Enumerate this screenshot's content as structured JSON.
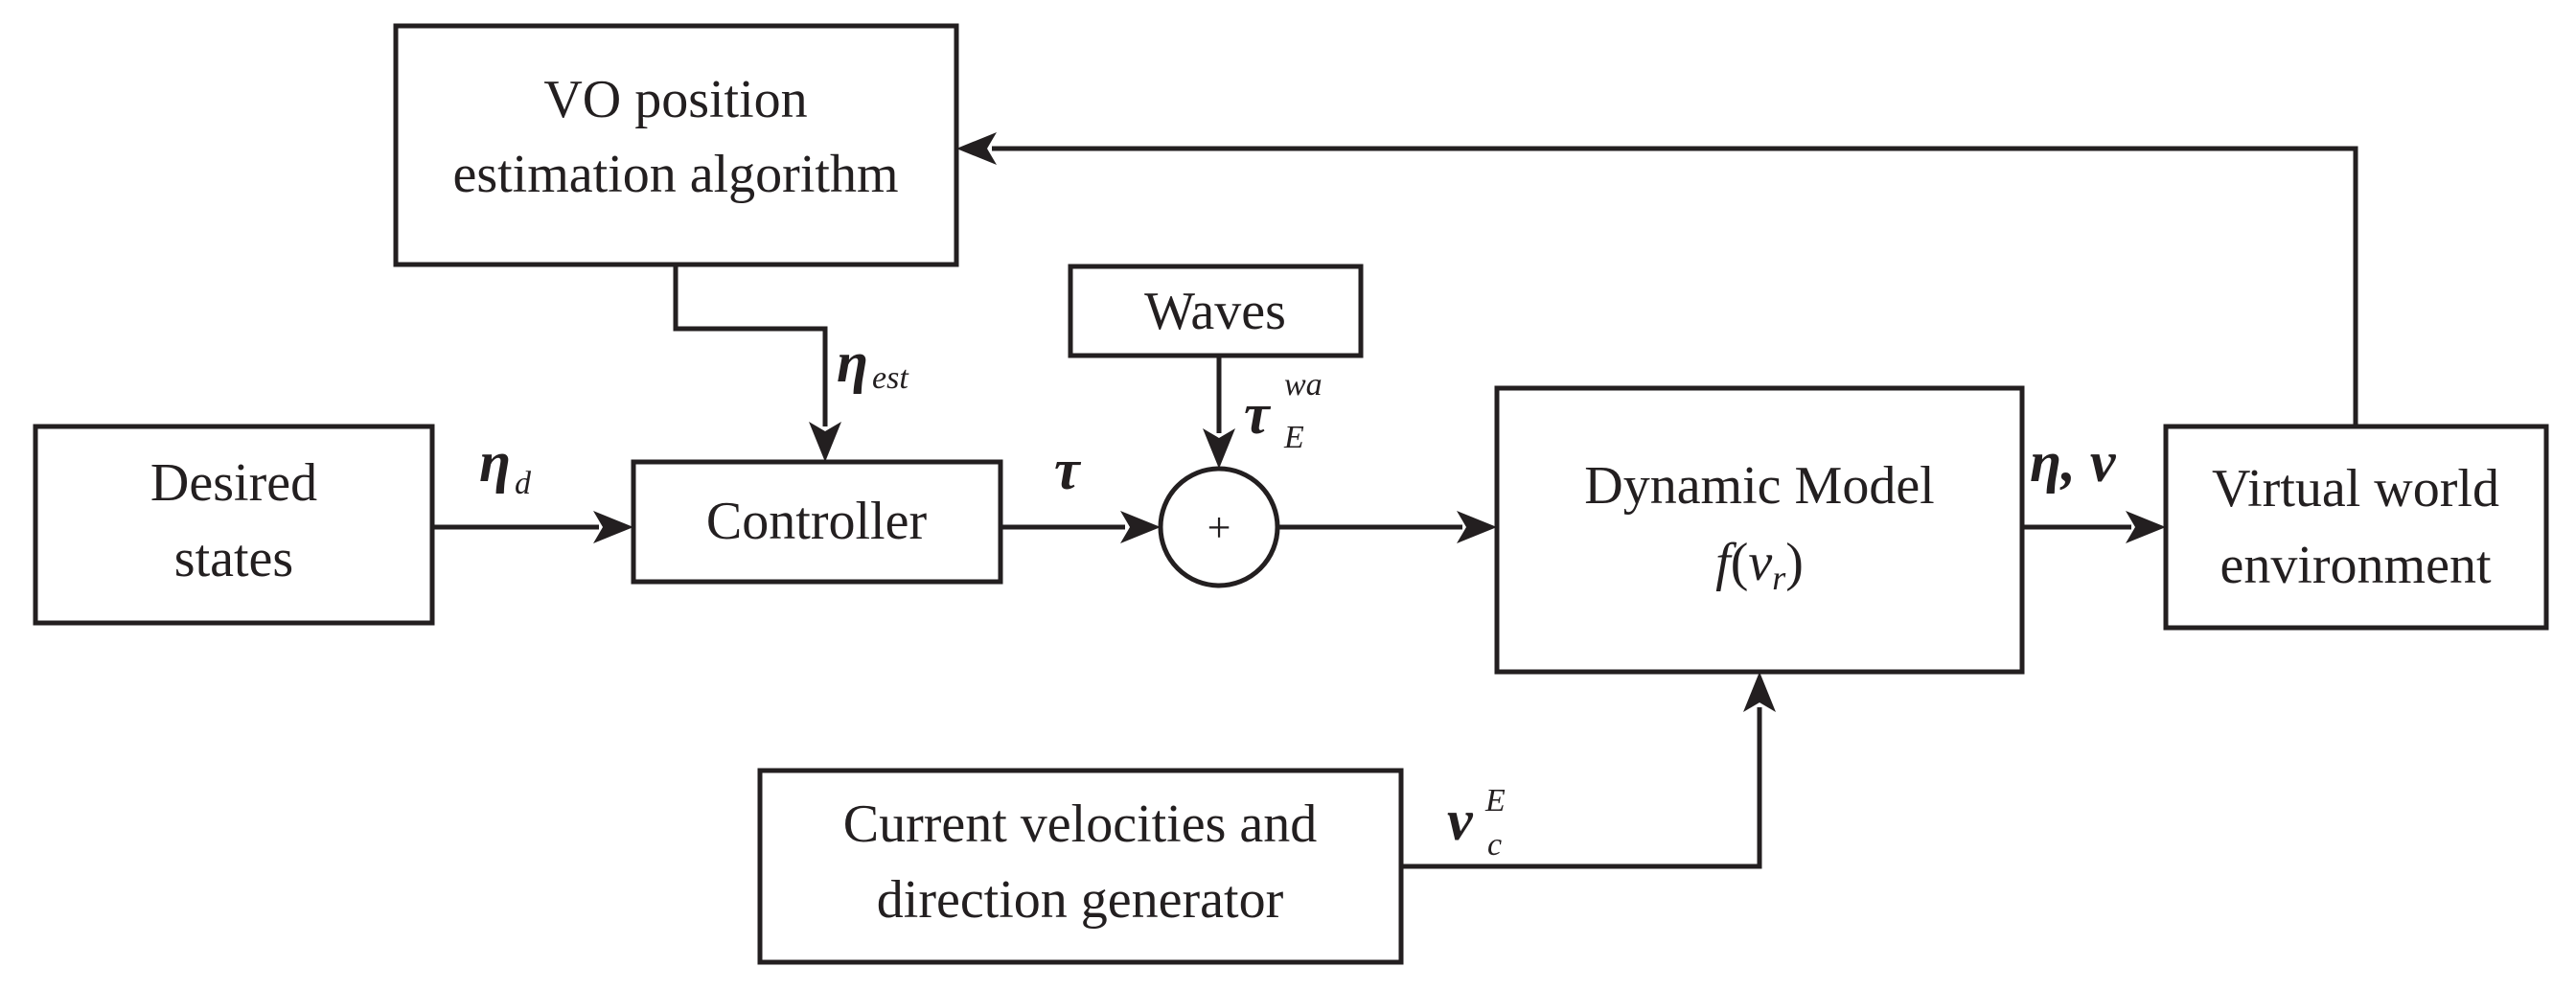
{
  "blocks": {
    "vo_line1": "VO position",
    "vo_line2": "estimation algorithm",
    "waves": "Waves",
    "desired_line1": "Desired",
    "desired_line2": "states",
    "controller": "Controller",
    "sum_sign": "+",
    "dyn_line1": "Dynamic Model",
    "dyn_f": "f",
    "dyn_paren_open": "(",
    "dyn_v": "v",
    "dyn_r": "r",
    "dyn_paren_close": ")",
    "virtual_line1": "Virtual world",
    "virtual_line2": "environment",
    "current_line1": "Current velocities and",
    "current_line2": "direction generator"
  },
  "signals": {
    "eta_est": {
      "symbol": "η",
      "sub": "est"
    },
    "eta_d": {
      "symbol": "η",
      "sub": "d"
    },
    "tau": {
      "symbol": "τ"
    },
    "tau_wave": {
      "symbol": "τ",
      "sup": "wa",
      "sub": "E"
    },
    "eta_v": {
      "text": "η, v"
    },
    "v_c": {
      "symbol": "v",
      "sup": "E",
      "sub": "c"
    }
  }
}
